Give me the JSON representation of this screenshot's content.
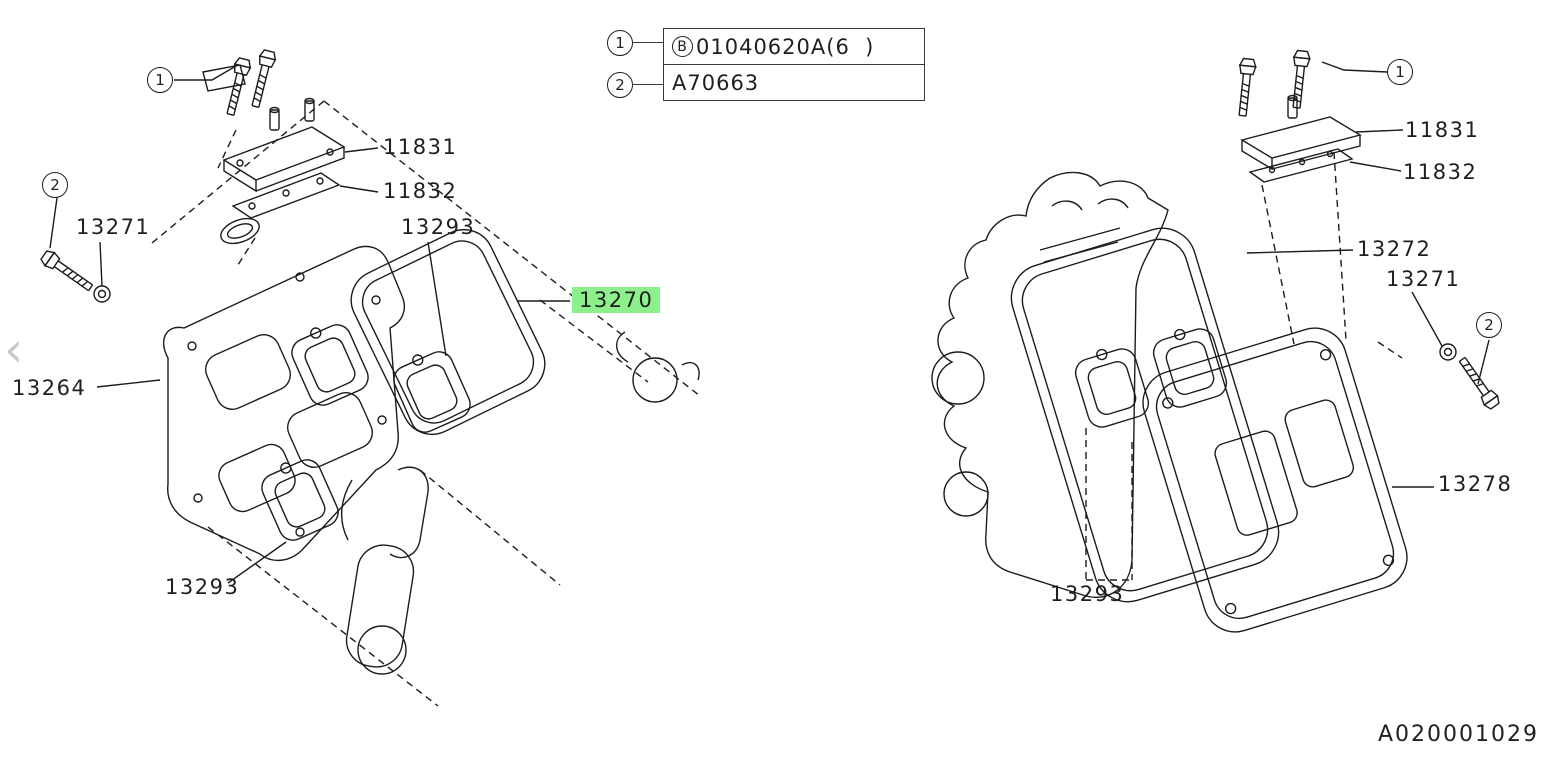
{
  "page": {
    "background_color": "#ffffff",
    "line_color": "#1c1c1c",
    "highlight_color": "#8df08d",
    "diagram_code": "A020001029"
  },
  "nav": {
    "prev_icon": "‹"
  },
  "callouts": {
    "one": "1",
    "two": "2"
  },
  "legend": {
    "row1": {
      "callout": "1",
      "circled_letter": "B",
      "code": "01040620A(6  )"
    },
    "row2": {
      "callout": "2",
      "code": "A70663"
    }
  },
  "left_assembly": {
    "labels": {
      "breather_cover": "11831",
      "breather_gasket": "11832",
      "bolt": "13271",
      "gasket_upper": "13293",
      "valve_cover_gasket": "13270",
      "rocker_cover": "13264",
      "gasket_lower": "13293"
    },
    "highlighted_part": "13270"
  },
  "right_assembly": {
    "labels": {
      "breather_cover": "11831",
      "breather_gasket": "11832",
      "valve_cover_gasket": "13272",
      "washer_bolt": "13271",
      "rocker_cover": "13278",
      "gasket": "13293"
    }
  }
}
